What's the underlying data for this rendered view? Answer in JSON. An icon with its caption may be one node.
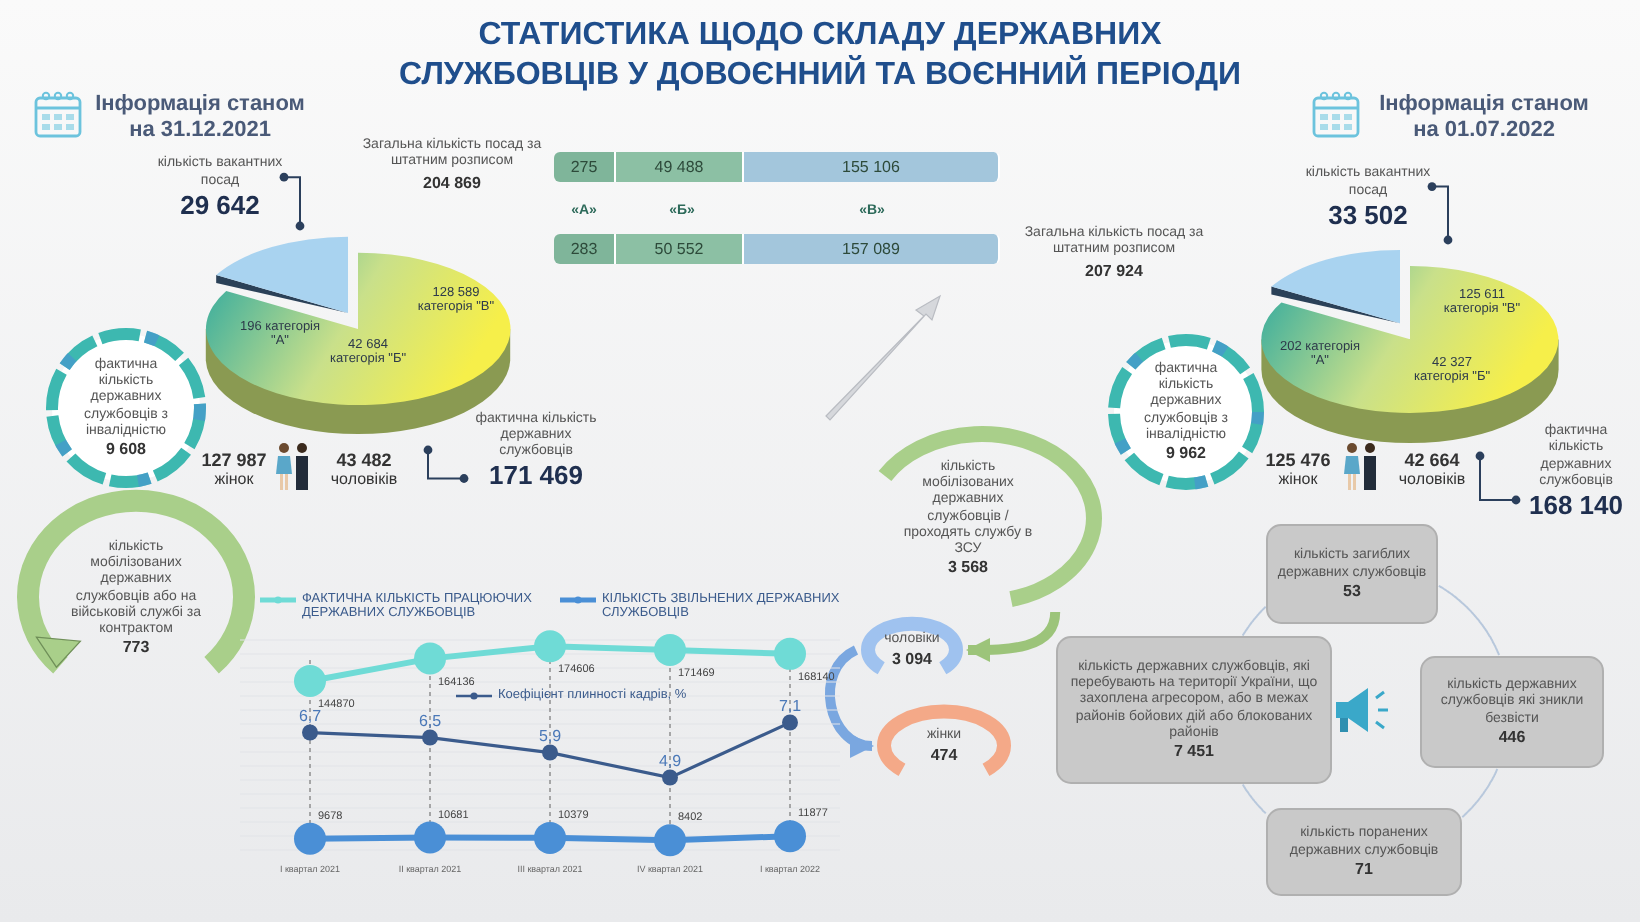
{
  "diagram": {
    "title": "СТАТИСТИКА ЩОДО СКЛАДУ ДЕРЖАВНИХ СЛУЖБОВЦІВ У ДОВОЄННИЙ ТА ВОЄННИЙ ПЕРІОДИ",
    "nodes": [
      {
        "text": [
          "кількість вакантних посад",
          "29 642"
        ]
      },
      {
        "text": [
          "128 589 категорія \"В\"",
          "196 категорія \"А\"",
          "42 684 категорія \"Б\""
        ]
      },
      {
        "text": [
          "фактична кількість державних службовців",
          "171 469"
        ]
      },
      {
        "text": [
          "фактична кількість державних службовців з інвалідністю",
          "9 608"
        ]
      },
      {
        "text": [
          "кількість мобілізованих державних службовців або на військовій службі за контрактом",
          "773"
        ]
      },
      {
        "text": [
          "кількість вакантних посад",
          "33 502"
        ]
      },
      {
        "text": [
          "125 611 категорія \"В\"",
          "202 категорія \"А\"",
          "42 327 категорія \"Б\""
        ]
      },
      {
        "text": [
          "фактична кількість державних службовців",
          "168 140"
        ]
      },
      {
        "text": [
          "фактична кількість державних службовців з інвалідністю",
          "9 962"
        ]
      },
      {
        "text": [
          "кількість мобілізованих державних службовців / проходять службу в ЗСУ",
          "3 568"
        ]
      },
      {
        "text": [
          "чоловіки",
          "3 094"
        ]
      },
      {
        "text": [
          "жінки",
          "474"
        ]
      },
      {
        "text": [
          "кількість загиблих державних службовців",
          "53"
        ]
      },
      {
        "text": [
          "кількість державних службовців які зникли безвісти",
          "446"
        ]
      },
      {
        "text": [
          "кількість поранених державних службовців",
          "71"
        ]
      },
      {
        "text": [
          "кількість державних службовців, які перебувають на території України, що захоплена агресором, або в межах районів бойових дій або блокованих районів",
          "7 451"
        ]
      }
    ],
    "edges": [
      {
        "from": 0,
        "to": 1,
        "arrow": "other",
        "color": "#2b3f5c"
      },
      {
        "from": 2,
        "to": 1,
        "arrow": "other",
        "color": "#2b3f5c"
      },
      {
        "from": 5,
        "to": 6,
        "arrow": "other",
        "color": "#2b3f5c"
      },
      {
        "from": 7,
        "to": 6,
        "arrow": "other",
        "color": "#2b3f5c"
      },
      {
        "from": 9,
        "to": 10,
        "arrow": "to",
        "style": "thick",
        "color": "#9cc47a"
      },
      {
        "from": 10,
        "to": 11,
        "arrow": "to",
        "style": "thick",
        "color": "#7aa7e0"
      },
      {
        "from": 12,
        "to": 13,
        "arrow": "none",
        "color": "#b8c8dc"
      },
      {
        "from": 13,
        "to": 14,
        "arrow": "none",
        "color": "#b8c8dc"
      },
      {
        "from": 14,
        "to": 15,
        "arrow": "none",
        "color": "#b8c8dc"
      },
      {
        "from": 15,
        "to": 12,
        "arrow": "none",
        "color": "#b8c8dc"
      }
    ],
    "labels": [
      "Інформація станом на 31.12.2021",
      "Загальна кількість посад за штатним розписом",
      "204 869",
      "275",
      "49 488",
      "155 106",
      "«А»",
      "«Б»",
      "«В»",
      "283",
      "50 552",
      "157 089",
      "Загальна кількість посад за штатним розписом",
      "207 924",
      "Інформація станом на 01.07.2022",
      "**127 987** жінок",
      "**43 482** чоловіків",
      "**125 476** жінок",
      "**42 664** чоловіків"
    ],
    "chart_data": [
      {
        "type": "line",
        "categories": [
          "I квартал 2021",
          "II квартал 2021",
          "III квартал 2021",
          "IV квартал 2021",
          "I квартал 2022"
        ],
        "series": [
          {
            "name": "ФАКТИЧНА КІЛЬКІСТЬ ПРАЦЮЮЧИХ ДЕРЖАВНИХ СЛУЖБОВЦІВ",
            "color": "#6fdbd6",
            "marker": "circle",
            "values": [
              144870,
              164136,
              174606,
              171469,
              168140
            ]
          },
          {
            "name": "КІЛЬКІСТЬ ЗВІЛЬНЕНИХ ДЕРЖАВНИХ СЛУЖБОВЦІВ",
            "color": "#4a8fd6",
            "marker": "circle",
            "values": [
              9678,
              10681,
              10379,
              8402,
              11877
            ]
          }
        ],
        "legend": "top",
        "grid": true,
        "data_labels": true
      },
      {
        "type": "line",
        "series": [
          {
            "name": "Коефіцієнт плинності кадрів, %",
            "color": "#3b5b8c",
            "marker": "circle",
            "values": [
              6.7,
              6.5,
              5.9,
              4.9,
              7.1
            ],
            "value_labels": [
              "6,7",
              "6,5",
              "5,9",
              "4,9",
              "7,1"
            ]
          }
        ],
        "legend": "top"
      }
    ]
  }
}
